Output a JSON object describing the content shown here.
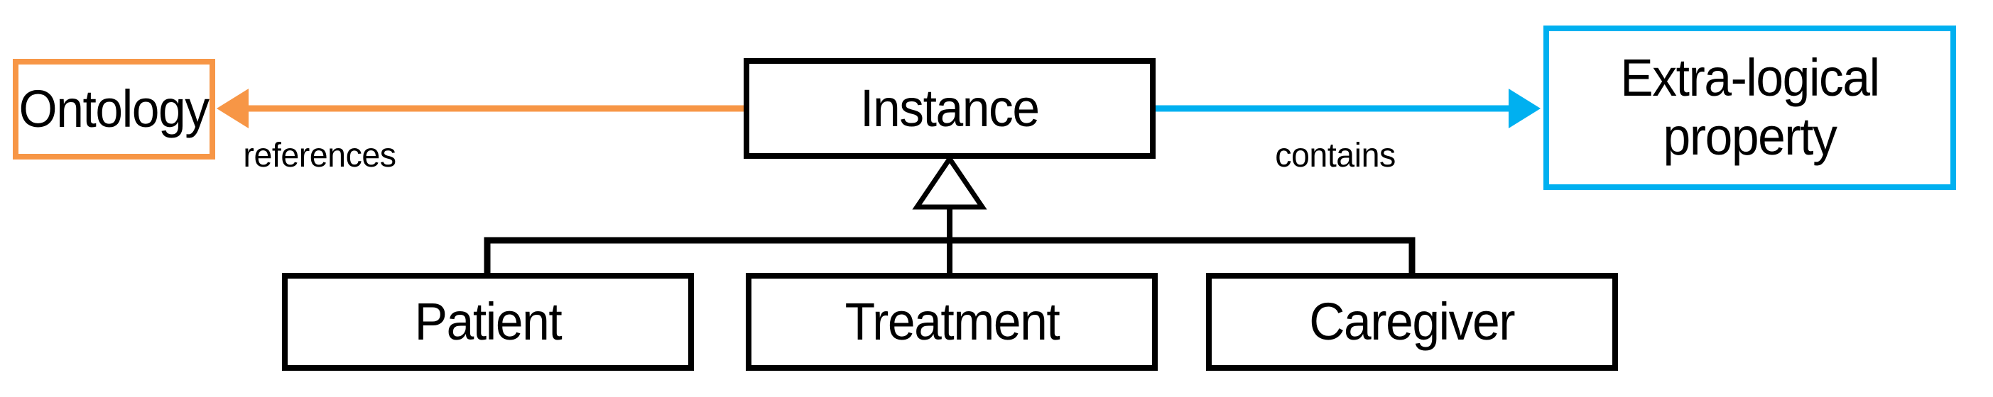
{
  "colors": {
    "orange": "#F79646",
    "blue": "#00B0F0",
    "black": "#000000",
    "background": "#FFFFFF"
  },
  "nodes": {
    "ontology": {
      "label": "Ontology",
      "border_color": "#F79646"
    },
    "instance": {
      "label": "Instance",
      "border_color": "#000000"
    },
    "extra_logical_property": {
      "label": "Extra-logical property",
      "border_color": "#00B0F0"
    },
    "patient": {
      "label": "Patient",
      "border_color": "#000000"
    },
    "treatment": {
      "label": "Treatment",
      "border_color": "#000000"
    },
    "caregiver": {
      "label": "Caregiver",
      "border_color": "#000000"
    }
  },
  "edges": {
    "references": {
      "label": "references",
      "color": "#F79646",
      "from": "Instance",
      "to": "Ontology",
      "style": "arrow"
    },
    "contains": {
      "label": "contains",
      "color": "#00B0F0",
      "from": "Instance",
      "to": "Extra-logical property",
      "style": "arrow"
    },
    "generalization": {
      "parent": "Instance",
      "children": [
        "Patient",
        "Treatment",
        "Caregiver"
      ],
      "style": "uml-generalization"
    }
  }
}
